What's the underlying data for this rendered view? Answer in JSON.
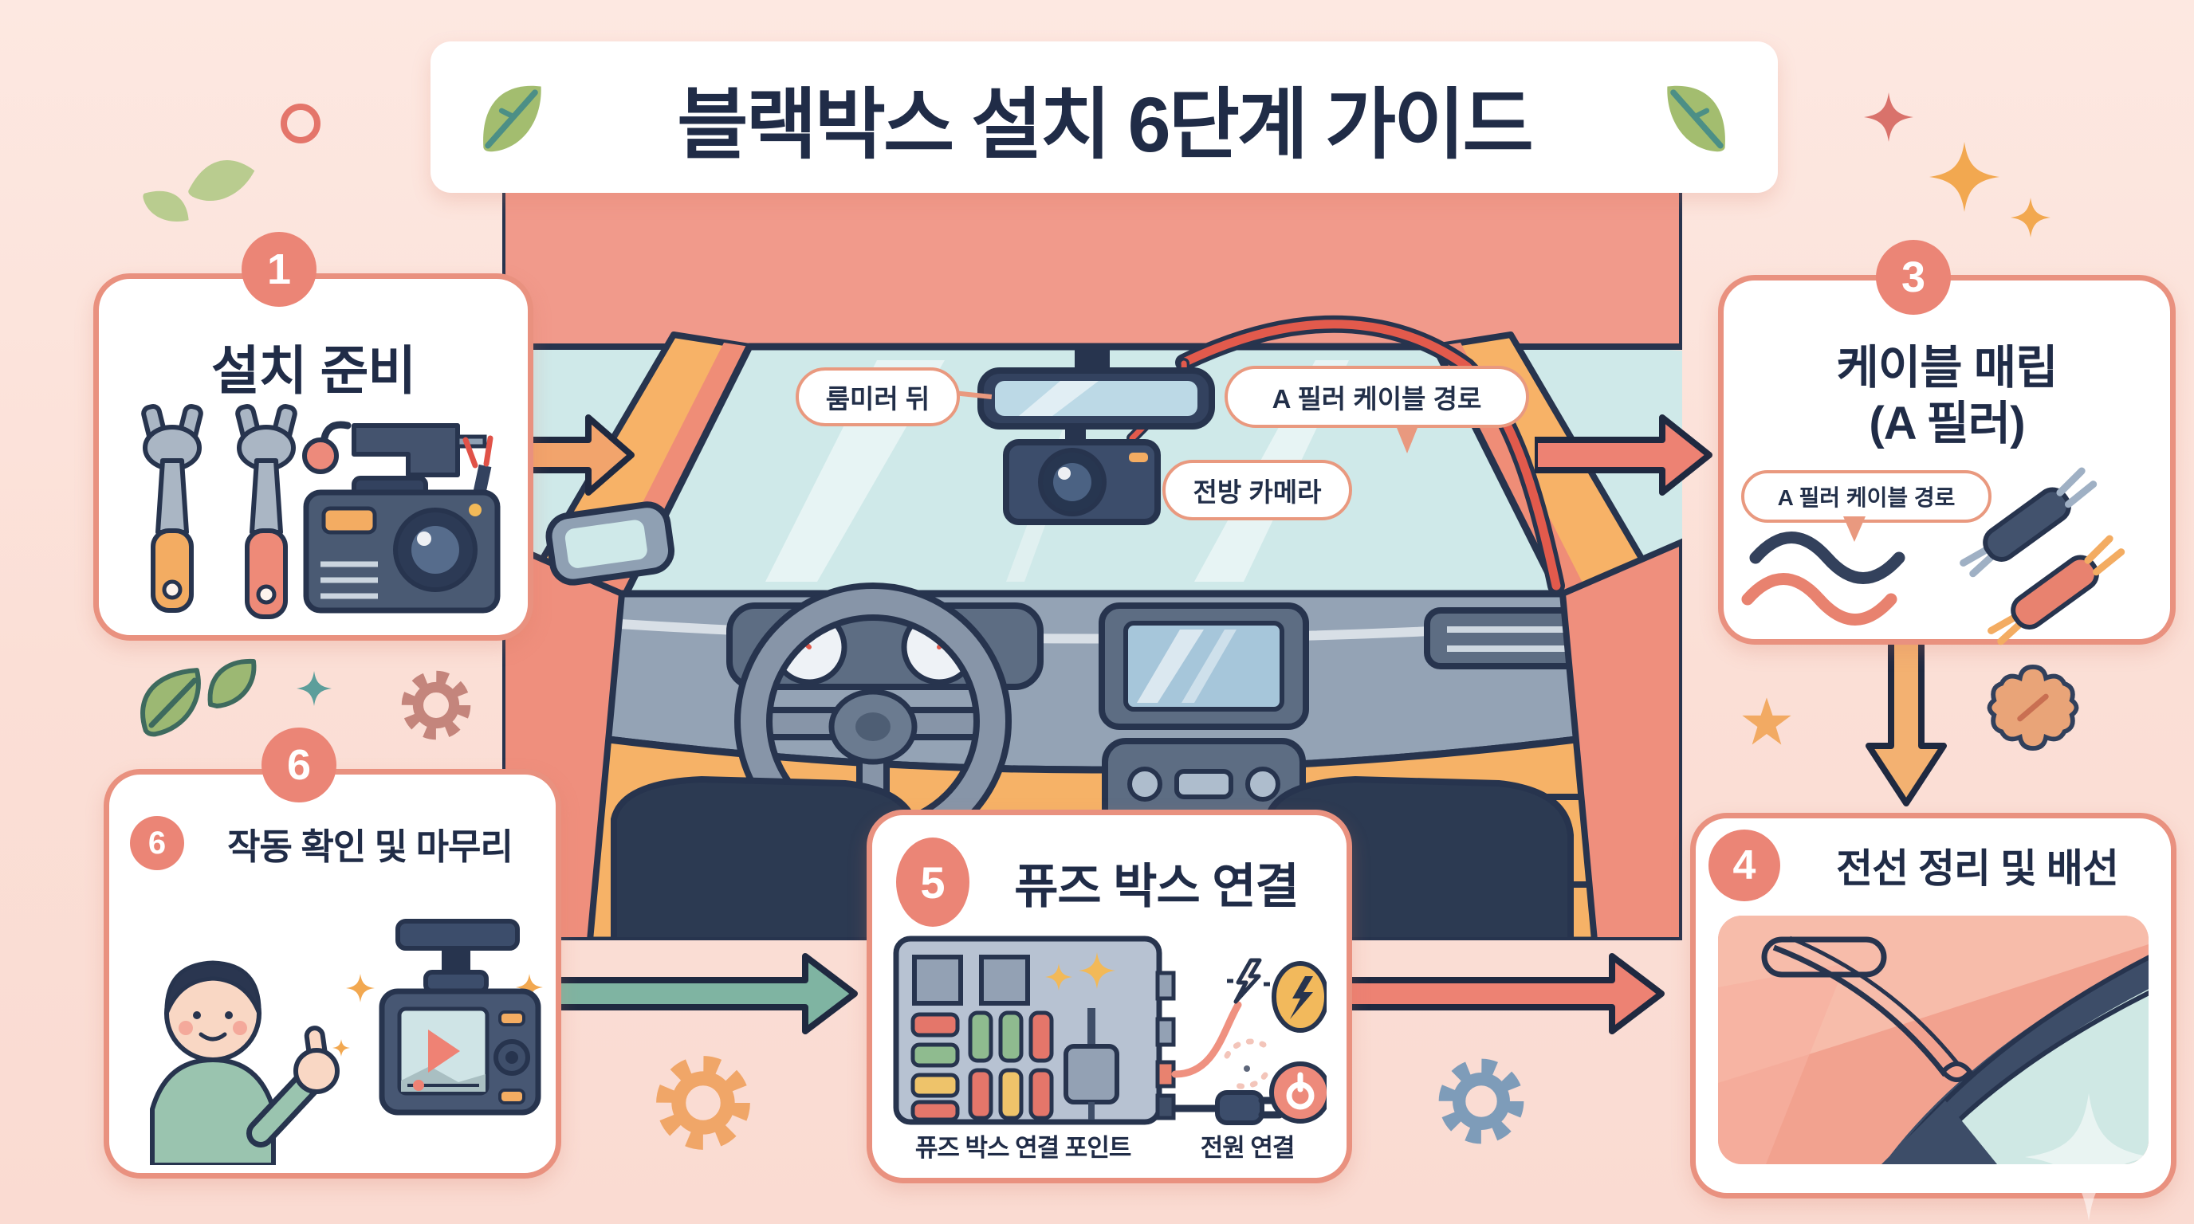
{
  "title": {
    "text": "블랙박스 설치 6단계 가이드"
  },
  "car": {
    "label_mirror": "룸미러 뒤",
    "label_camera": "전방 카메라",
    "label_pillar": "A 필러 케이블 경로"
  },
  "steps": {
    "s1": {
      "num": "1",
      "title": "설치 준비"
    },
    "s3": {
      "num": "3",
      "line1": "케이블 매립",
      "line2": "(A 필러)",
      "bubble": "A 필러 케이블 경로"
    },
    "s4": {
      "num": "4",
      "title": "전선 정리 및 배선"
    },
    "s5": {
      "num": "5",
      "title": "퓨즈 박스 연결",
      "label_fuse": "퓨즈 박스 연결 포인트",
      "label_power": "전원 연결"
    },
    "s6": {
      "num": "6",
      "title": "작동 확인 및 마무리"
    }
  },
  "colors": {
    "accent_salmon": "#eb8576",
    "navy_text": "#222f49",
    "arrow_orange": "#f2a46c",
    "arrow_red": "#ed8273",
    "arrow_green": "#7fb4a2",
    "card_border": "#e9917f",
    "background": "#fbdfd6"
  }
}
